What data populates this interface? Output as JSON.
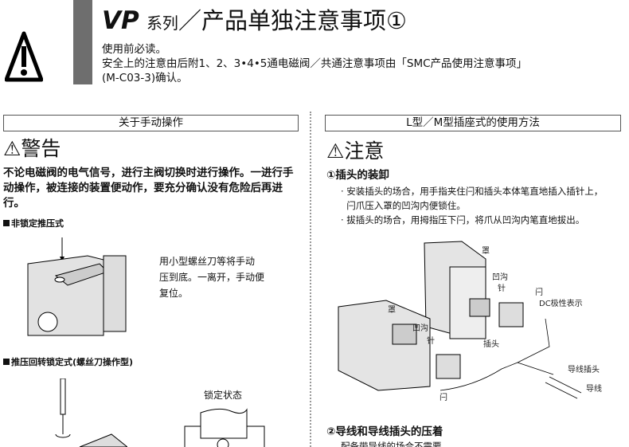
{
  "header": {
    "series": "VP",
    "series_suffix": "系列",
    "title": "／产品单独注意事项①",
    "intro_lines": [
      "使用前必读。",
      "安全上的注意由后附1、2、3•4•5通电磁阀／共通注意事项由「SMC产品使用注意事项」",
      "(M-C03-3)确认。"
    ]
  },
  "left": {
    "section_title": "关于手动操作",
    "warning_title": "警告",
    "warning_text": "不论电磁阀的电气信号，进行主阀切换时进行操作。一进行手动操作，被连接的装置便动作，要充分确认没有危险后再进行。",
    "sub1": "非锁定推压式",
    "sub1_desc_lines": [
      "用小型螺丝刀等将手动",
      "压到底。一离开，手动便",
      "复位。"
    ],
    "sub2": "推压回转锁定式(螺丝刀操作型)",
    "lock_state": "锁定状态"
  },
  "right": {
    "section_title": "L型／M型插座式的使用方法",
    "caution_title": "注意",
    "item1": "①插头的装卸",
    "bullets": [
      "· 安装插头的场合，用手指夹住闩和插头本体笔直地插入插针上，",
      "  闩爪压入罩的凹沟内便锁住。",
      "· 拔插头的场合，用拇指压下闩，将爪从凹沟内笔直地拔出。"
    ],
    "labels": {
      "cover1": "罩",
      "groove1": "凹沟",
      "pin1": "针",
      "latch1": "闩",
      "dc": "DC极性表示",
      "cover2": "罩",
      "groove2": "凹沟",
      "pin2": "针",
      "plug": "插头",
      "lead_plug": "导线插头",
      "lead": "导线",
      "latch2": "闩"
    },
    "item2": "②导线和导线插头的压着",
    "item2_text": "配备带导线的场合不需要"
  }
}
